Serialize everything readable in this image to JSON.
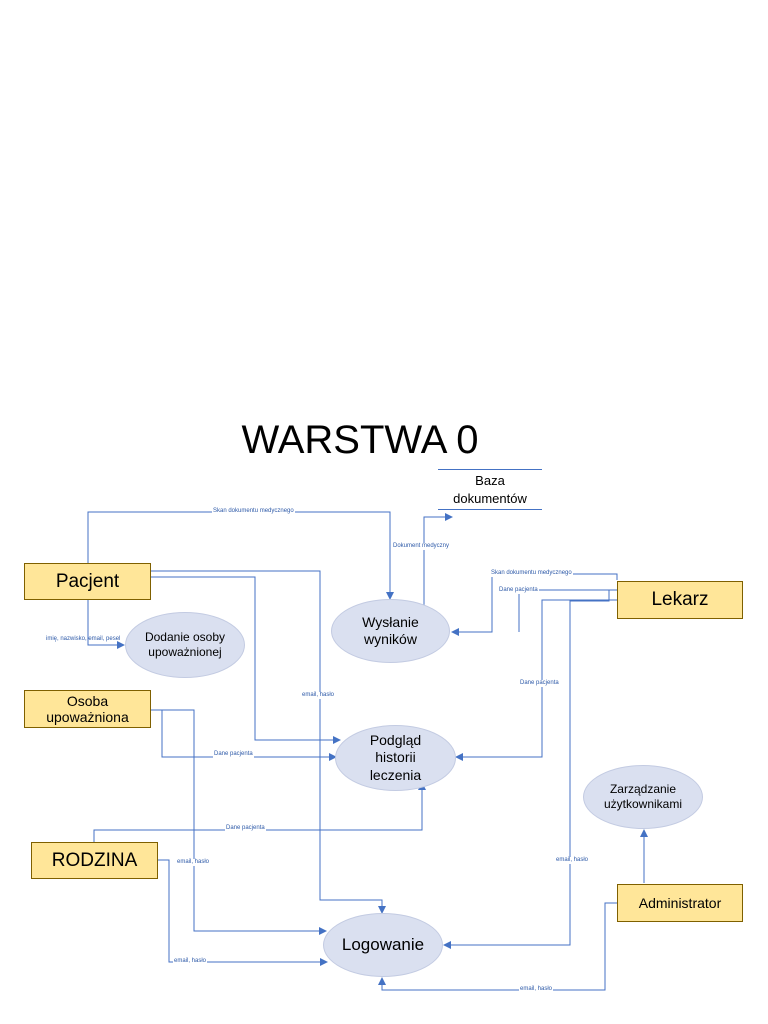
{
  "title": "WARSTWA 0",
  "colors": {
    "entity_fill": "#ffe699",
    "process_fill": "#dae0f0",
    "flow_line": "#4472c4"
  },
  "entities": {
    "pacjent": "Pacjent",
    "lekarz": "Lekarz",
    "osoba": "Osoba upoważniona",
    "rodzina": "RODZINA",
    "administrator": "Administrator"
  },
  "processes": {
    "wyslanie": "Wysłanie wyników",
    "dodanie": "Dodanie osoby upoważnionej",
    "podglad": "Podgląd historii leczenia",
    "zarzadzanie": "Zarządzanie użytkownikami",
    "logowanie": "Logowanie"
  },
  "data_store": {
    "label": "Baza dokumentów"
  },
  "flows": {
    "skan_pacjent": "Skan dokumentu medycznego",
    "dokument_medyczny": "Dokument medyczny",
    "skan_lekarz": "Skan dokumentu medycznego",
    "dane_pacjenta_lekarz_wyslanie": "Dane pacjenta",
    "dane_pacjenta_lekarz_podglad": "Dane pacjenta",
    "imie_nazwisko": "imię, nazwisko, email, pesel",
    "email_haslo_pacjent": "email, hasło",
    "dane_pacjenta_osoba": "Dane pacjenta",
    "dane_pacjenta_rodzina": "Dane pacjenta",
    "email_haslo_osoba": "email, hasło",
    "email_haslo_rodzina": "email, hasło",
    "email_haslo_lekarz": "email, hasło",
    "email_haslo_admin": "email, hasło"
  }
}
